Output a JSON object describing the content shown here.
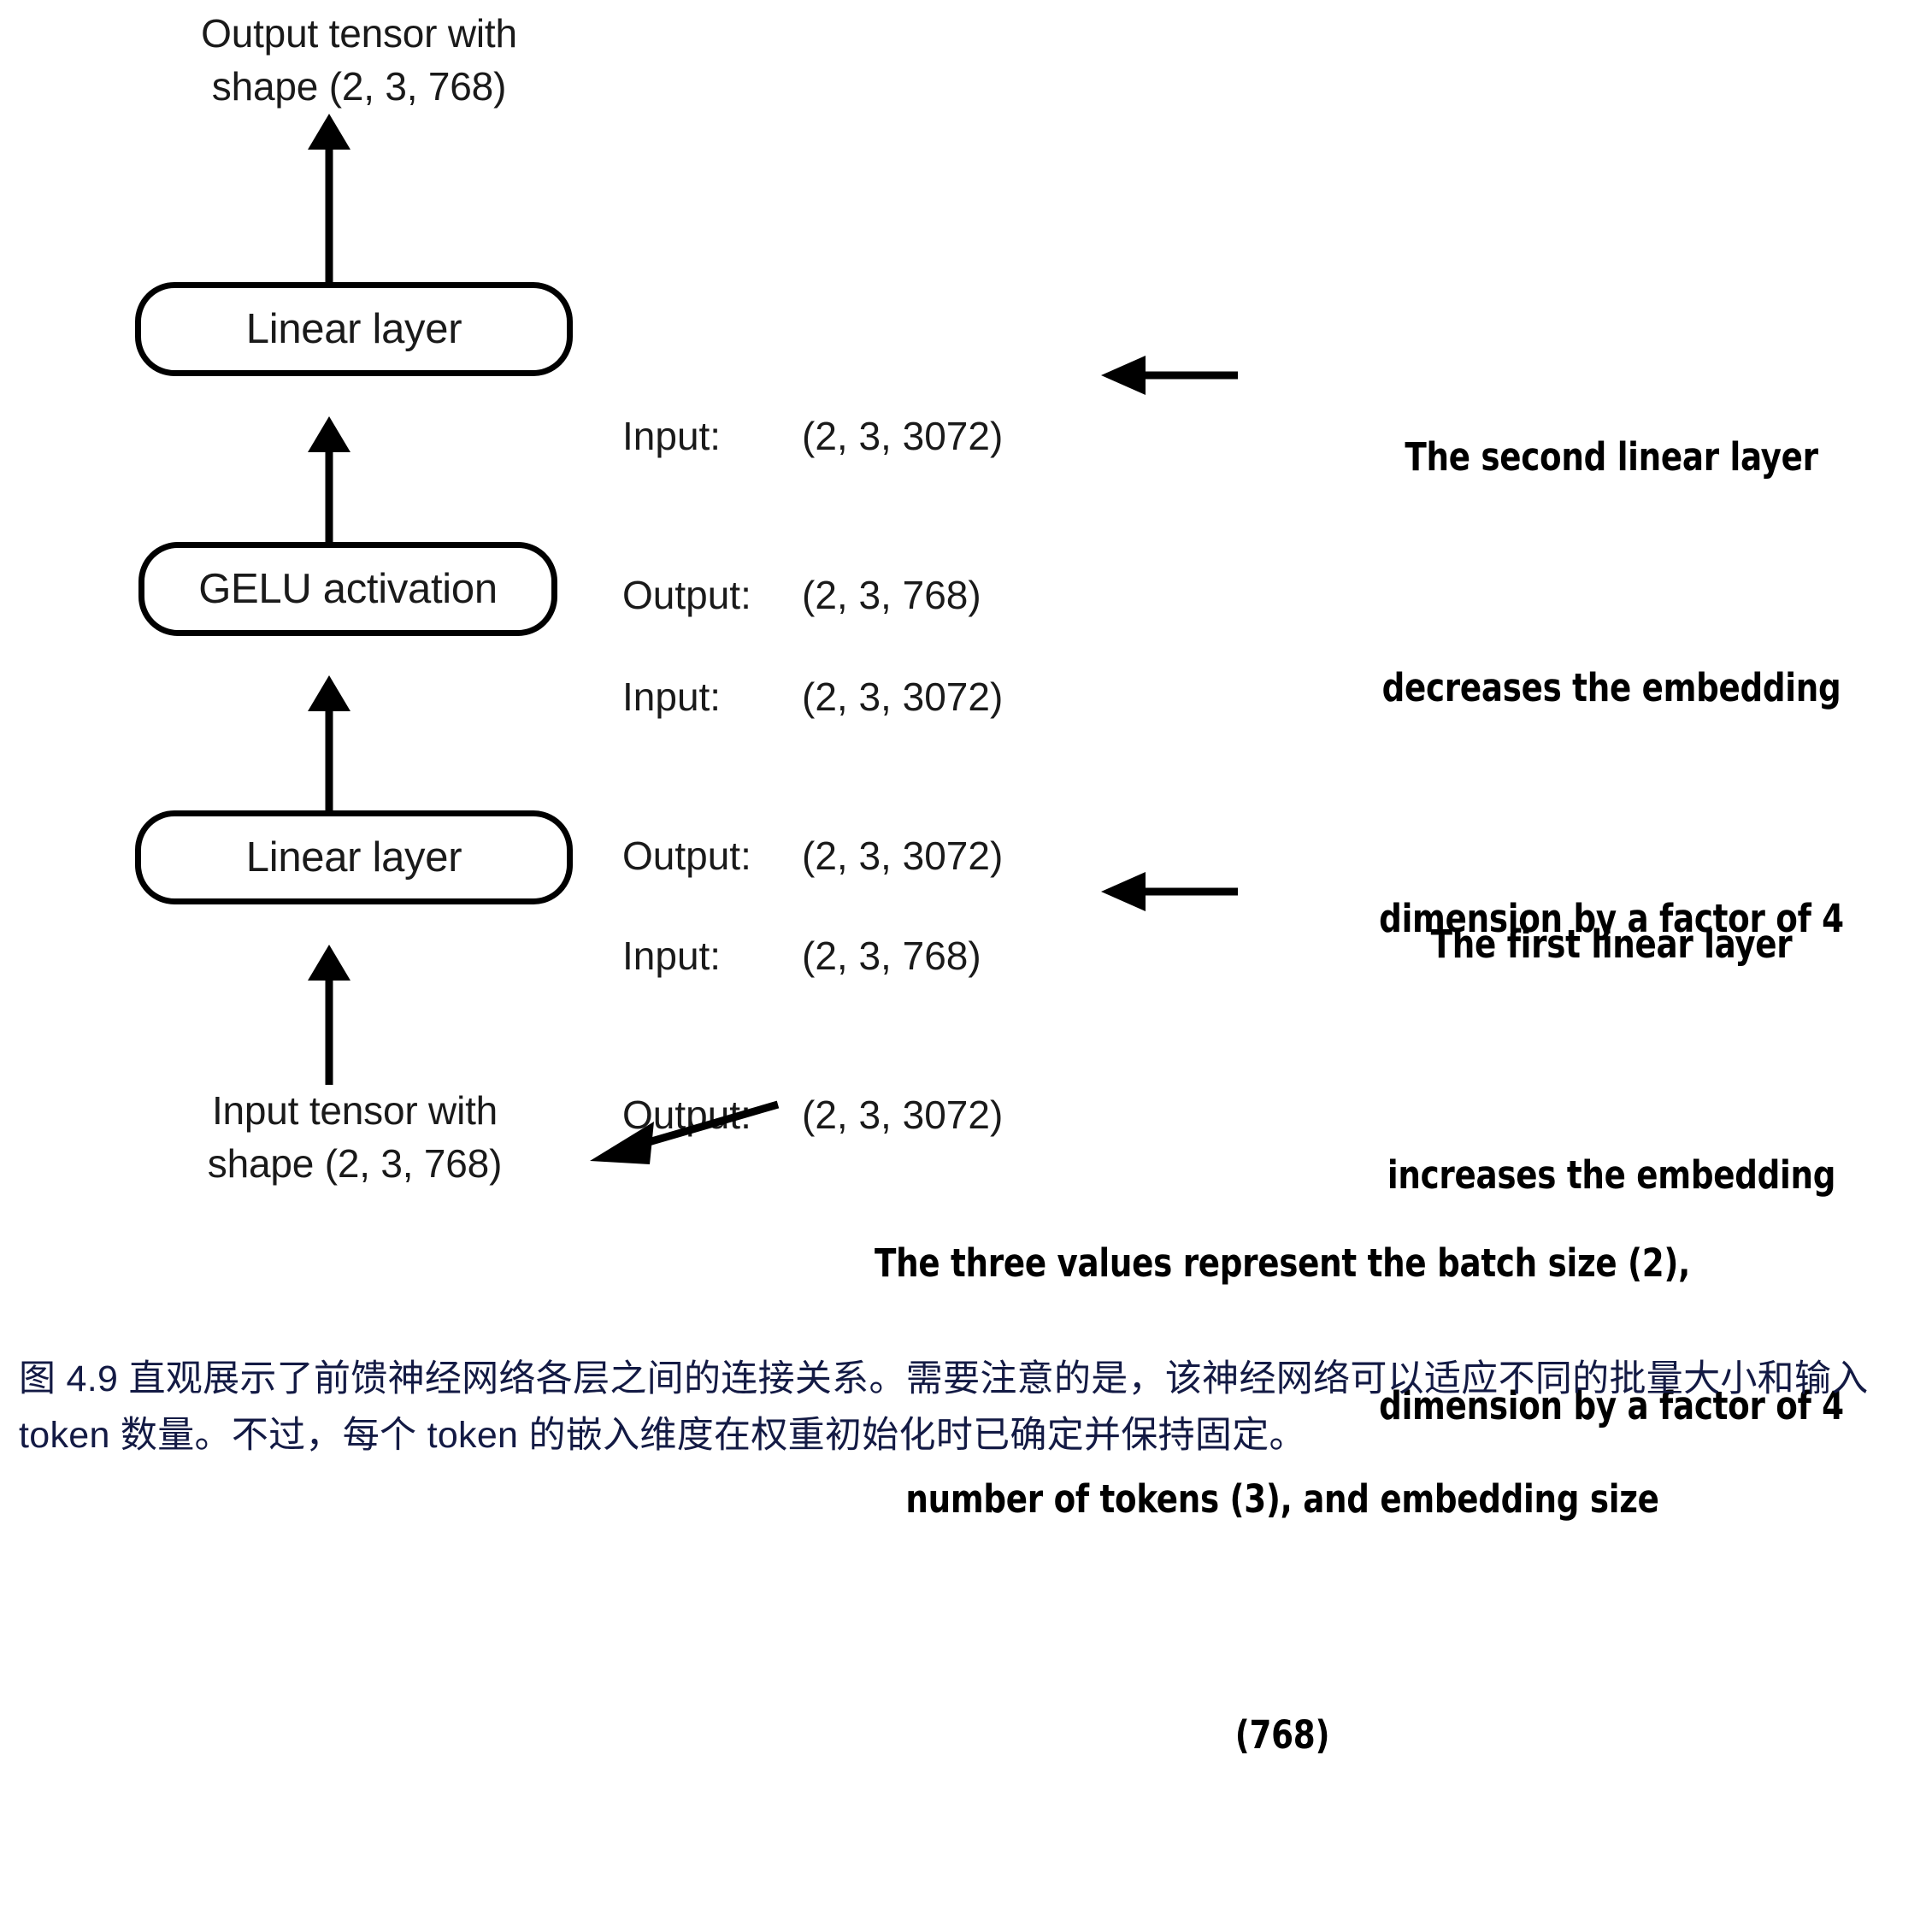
{
  "diagram": {
    "title_top": "Output tensor with\nshape (2, 3, 768)",
    "label_bottom": "Input tensor with\nshape (2, 3, 768)",
    "nodes": [
      {
        "id": "linear-2",
        "label": "Linear layer"
      },
      {
        "id": "gelu",
        "label": "GELU activation"
      },
      {
        "id": "linear-1",
        "label": "Linear layer"
      }
    ],
    "io_labels": [
      {
        "for": "linear-2",
        "input_key": "Input:",
        "input_value": "(2, 3, 3072)",
        "output_key": "Output:",
        "output_value": "(2, 3, 768)"
      },
      {
        "for": "gelu",
        "input_key": "Input:",
        "input_value": "(2, 3, 3072)",
        "output_key": "Output:",
        "output_value": "(2, 3, 3072)"
      },
      {
        "for": "linear-1",
        "input_key": "Input:",
        "input_value": "(2, 3, 768)",
        "output_key": "Output:",
        "output_value": "(2, 3, 3072)"
      }
    ],
    "annotations": [
      {
        "id": "annot-second-linear",
        "lines": [
          "The second linear layer",
          "decreases the embedding",
          "dimension by a factor of 4"
        ]
      },
      {
        "id": "annot-first-linear",
        "lines": [
          "The first linear layer",
          "increases the embedding",
          "dimension by a factor of 4"
        ]
      },
      {
        "id": "annot-three-values",
        "lines": [
          "The three values represent the batch size (2),",
          "number of tokens (3), and embedding size",
          "(768)"
        ]
      }
    ],
    "colors": {
      "stroke": "#000000",
      "text": "#1a1a1a",
      "caption": "#131a44",
      "background": "#ffffff"
    }
  },
  "caption": {
    "text": "图 4.9 直观展示了前馈神经网络各层之间的连接关系。需要注意的是，该神经网络可以适应不同的批量大小和输入 token 数量。不过，每个 token 的嵌入维度在权重初始化时已确定并保持固定。"
  }
}
